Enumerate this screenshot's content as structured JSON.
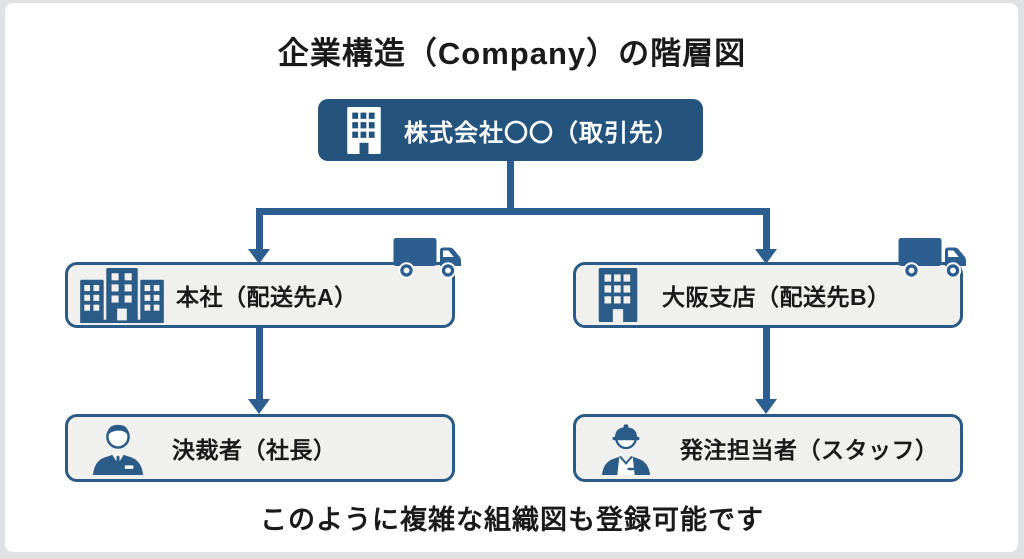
{
  "page": {
    "title": "企業構造（Company）の階層図",
    "caption": "このように複雑な組織図も登録可能です"
  },
  "diagram": {
    "root": {
      "label": "株式会社〇〇（取引先）",
      "icon": "office-building-icon"
    },
    "branches": [
      {
        "site": {
          "label": "本社（配送先A）",
          "icon": "headquarters-buildings-icon",
          "badge_icon": "delivery-truck-icon"
        },
        "person": {
          "label": "決裁者（社長）",
          "icon": "executive-person-icon"
        }
      },
      {
        "site": {
          "label": "大阪支店（配送先B）",
          "icon": "office-building-icon",
          "badge_icon": "delivery-truck-icon"
        },
        "person": {
          "label": "発注担当者（スタッフ）",
          "icon": "worker-person-icon"
        }
      }
    ]
  },
  "colors": {
    "root_box_bg": "#24547E",
    "connector": "#2D5E90",
    "box_border": "#2A5A86",
    "box_bg": "#F0F0EE",
    "icon_blue": "#2B5B87",
    "text": "#1A1A1A",
    "root_text": "#FFFFFF",
    "frame": "#DFE1E3",
    "canvas": "#FFFFFF"
  }
}
